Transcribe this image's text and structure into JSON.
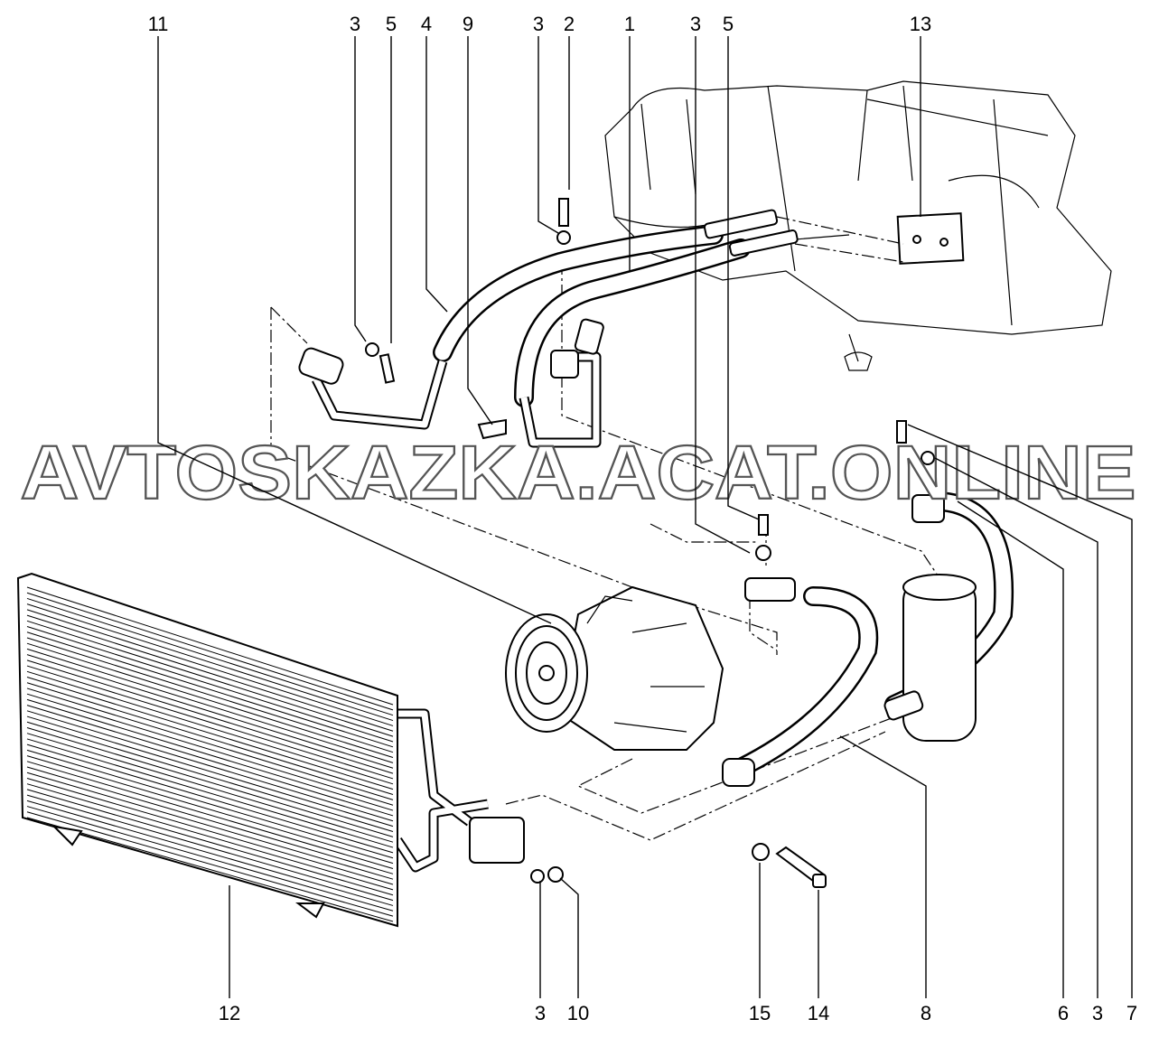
{
  "diagram": {
    "watermark": "AVTOSKAZKA.ACAT.ONLINE",
    "callouts_top": [
      "11",
      "3",
      "5",
      "4",
      "9",
      "3",
      "2",
      "1",
      "3",
      "5",
      "13"
    ],
    "callouts_bottom": [
      "12",
      "3",
      "10",
      "15",
      "14",
      "8",
      "6",
      "3",
      "7"
    ]
  }
}
